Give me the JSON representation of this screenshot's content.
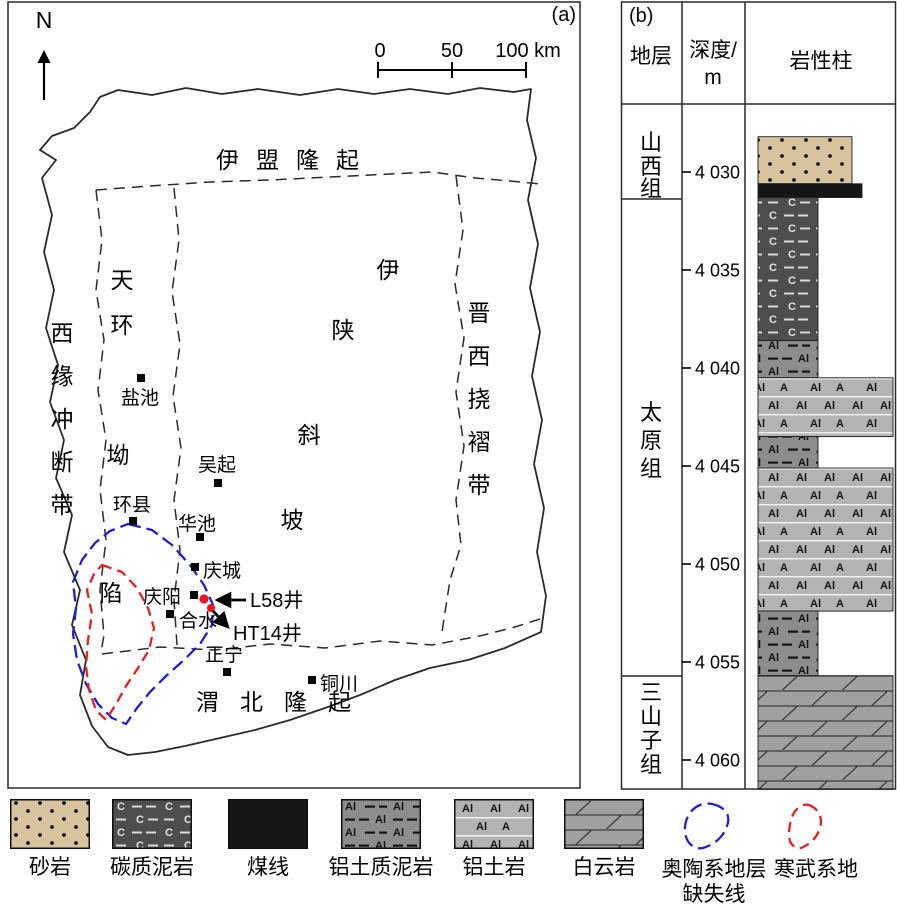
{
  "figure": {
    "panel_a_tag": "(a)",
    "panel_b_tag": "(b)"
  },
  "map": {
    "north_label": "N",
    "scale_bar": {
      "tick0": "0",
      "tick50": "50",
      "tick100": "100 km"
    },
    "zones": {
      "yimeng_uplift": "伊盟隆起",
      "western_margin_thrust_belt": "西缘冲断带",
      "tianhuan_depression": "天环坳陷",
      "yishan_slope": "伊陕斜坡",
      "jinxi_flexure_belt": "晋西挠褶带",
      "weibei_uplift": "渭北隆起"
    },
    "cities": [
      {
        "key": "yanchi",
        "name": "盐池"
      },
      {
        "key": "wuqi",
        "name": "吴起"
      },
      {
        "key": "huanxian",
        "name": "环县"
      },
      {
        "key": "huachi",
        "name": "华池"
      },
      {
        "key": "qingcheng",
        "name": "庆城"
      },
      {
        "key": "qingyang",
        "name": "庆阳"
      },
      {
        "key": "heshui",
        "name": "合水"
      },
      {
        "key": "zhengning",
        "name": "正宁"
      },
      {
        "key": "tongchuan",
        "name": "铜川"
      }
    ],
    "wells": [
      {
        "key": "l58",
        "name": "L58井"
      },
      {
        "key": "ht14",
        "name": "HT14井"
      }
    ]
  },
  "column": {
    "headers": {
      "strata": "地层",
      "depth_top": "深度/",
      "depth_unit": "m",
      "lithology": "岩性柱"
    },
    "formations": [
      {
        "key": "shanxi",
        "name": "山西组"
      },
      {
        "key": "taiyuan",
        "name": "太原组"
      },
      {
        "key": "sanshanzi",
        "name": "三山子组"
      }
    ],
    "depth_ticks": [
      "4 030",
      "4 035",
      "4 040",
      "4 045",
      "4 050",
      "4 055",
      "4 060"
    ],
    "strat_units": [
      {
        "lith": "sandstone",
        "top_m": 4028.2,
        "base_m": 4030.6
      },
      {
        "lith": "coal",
        "top_m": 4030.6,
        "base_m": 4031.3
      },
      {
        "lith": "carb_mudstone",
        "top_m": 4031.3,
        "base_m": 4038.6
      },
      {
        "lith": "al_mudstone",
        "top_m": 4038.6,
        "base_m": 4040.5
      },
      {
        "lith": "bauxite",
        "top_m": 4040.5,
        "base_m": 4043.5
      },
      {
        "lith": "al_mudstone",
        "top_m": 4043.5,
        "base_m": 4045.1
      },
      {
        "lith": "bauxite",
        "top_m": 4045.1,
        "base_m": 4052.4
      },
      {
        "lith": "al_mudstone",
        "top_m": 4052.4,
        "base_m": 4055.7
      },
      {
        "lith": "dolomite",
        "top_m": 4055.7,
        "base_m": 4061.5
      }
    ]
  },
  "litho_symbols": {
    "carbon": "C",
    "aluminum": "Al"
  },
  "legend": {
    "items": [
      {
        "key": "sandstone",
        "label": "砂岩"
      },
      {
        "key": "carb_mudstone",
        "label": "碳质泥岩"
      },
      {
        "key": "coal",
        "label": "煤线"
      },
      {
        "key": "al_mudstone",
        "label": "铝土质泥岩"
      },
      {
        "key": "bauxite",
        "label": "铝土岩"
      },
      {
        "key": "dolomite",
        "label": "白云岩"
      },
      {
        "key": "ordovician_absent_line",
        "label": "奥陶系地层",
        "label2": "缺失线"
      },
      {
        "key": "cambrian_absent_line",
        "label": "寒武系地"
      }
    ]
  },
  "colors": {
    "sandstone": "#d7c49e",
    "carb_mudstone": "#4e4e4e",
    "coal": "#161616",
    "al_mudstone": "#8d8d8d",
    "bauxite": "#b3b3b3",
    "dolomite": "#a0a0a0",
    "ordovician_line": "#2020cc",
    "cambrian_line": "#e32124",
    "well_dot": "#e8191c"
  }
}
